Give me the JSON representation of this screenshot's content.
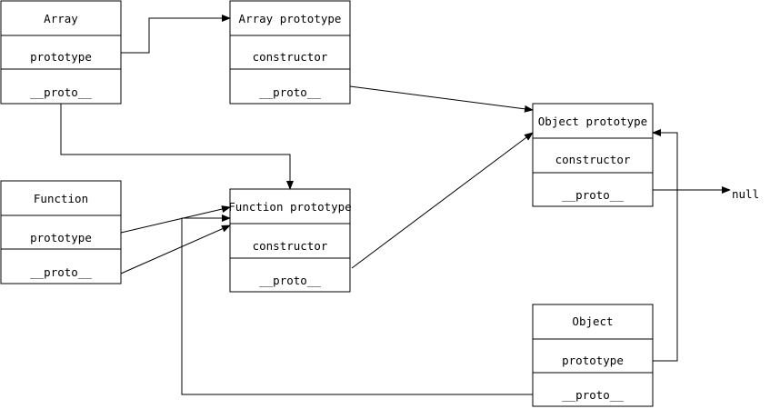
{
  "boxes": {
    "array": {
      "title": "Array",
      "cells": [
        "prototype",
        "__proto__"
      ]
    },
    "array_prototype": {
      "title": "Array prototype",
      "cells": [
        "constructor",
        "__proto__"
      ]
    },
    "function": {
      "title": "Function",
      "cells": [
        "prototype",
        "__proto__"
      ]
    },
    "function_prototype": {
      "title": "Function prototype",
      "cells": [
        "constructor",
        "__proto__"
      ]
    },
    "object_prototype": {
      "title": "Object prototype",
      "cells": [
        "constructor",
        "__proto__"
      ]
    },
    "object": {
      "title": "Object",
      "cells": [
        "prototype",
        "__proto__"
      ]
    }
  },
  "null_label": "null",
  "colors": {
    "stroke": "#000000",
    "background": "#ffffff"
  }
}
